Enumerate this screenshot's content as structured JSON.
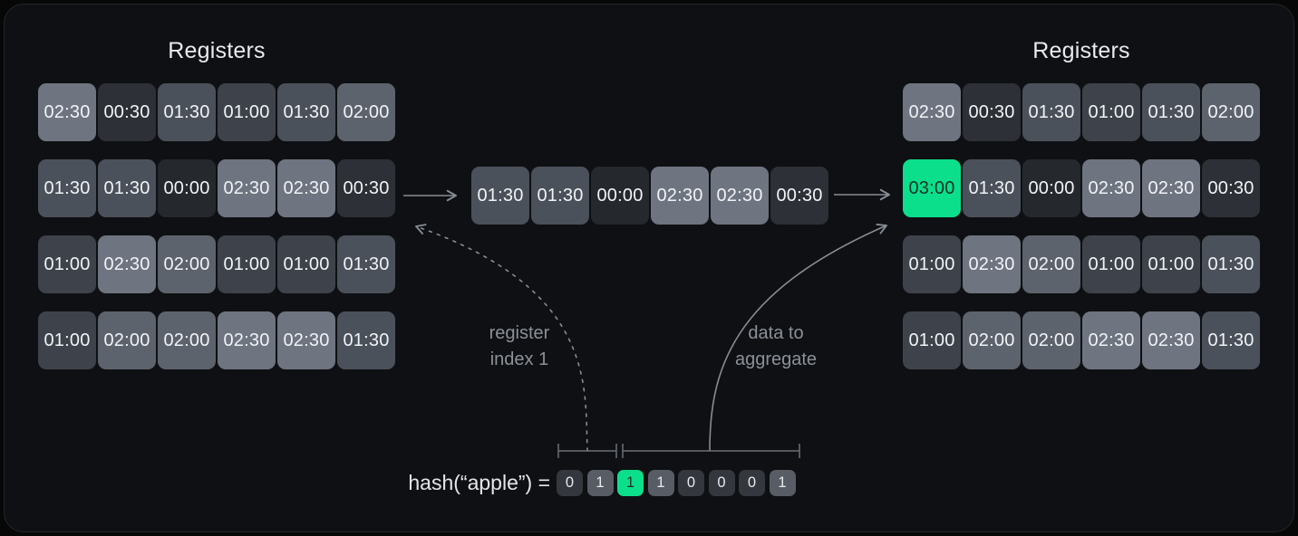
{
  "left_panel": {
    "title": "Registers",
    "rows": [
      [
        "02:30",
        "00:30",
        "01:30",
        "01:00",
        "01:30",
        "02:00"
      ],
      [
        "01:30",
        "01:30",
        "00:00",
        "02:30",
        "02:30",
        "00:30"
      ],
      [
        "01:00",
        "02:30",
        "02:00",
        "01:00",
        "01:00",
        "01:30"
      ],
      [
        "01:00",
        "02:00",
        "02:00",
        "02:30",
        "02:30",
        "01:30"
      ]
    ]
  },
  "incoming_row": {
    "cells": [
      "01:30",
      "01:30",
      "00:00",
      "02:30",
      "02:30",
      "00:30"
    ]
  },
  "right_panel": {
    "title": "Registers",
    "rows": [
      [
        "02:30",
        "00:30",
        "01:30",
        "01:00",
        "01:30",
        "02:00"
      ],
      [
        "03:00",
        "01:30",
        "00:00",
        "02:30",
        "02:30",
        "00:30"
      ],
      [
        "01:00",
        "02:30",
        "02:00",
        "01:00",
        "01:00",
        "01:30"
      ],
      [
        "01:00",
        "02:00",
        "02:00",
        "02:30",
        "02:30",
        "01:30"
      ]
    ]
  },
  "highlight_value": "03:00",
  "hash": {
    "label": "hash(“apple”) =",
    "bits": [
      "0",
      "1",
      "1",
      "1",
      "0",
      "0",
      "0",
      "1"
    ],
    "highlight_index": 2,
    "bit_colors": {
      "zero": "#34373d",
      "one": "#585d65",
      "highlight": "#0cdf8b"
    }
  },
  "annotations": {
    "register_index_line1": "register",
    "register_index_line2": "index 1",
    "data_aggregate_line1": "data to",
    "data_aggregate_line2": "aggregate"
  },
  "colors": {
    "canvas_bg": "#070708",
    "panel_bg": "#0f1013",
    "panel_border": "#232529",
    "title_text": "#e8eaee",
    "cell_text": "#f1f3f6",
    "highlight_cell_text": "#103427",
    "annotation_text": "#8b9199",
    "hash_text": "#e4e7ea",
    "bit_text": "#e9ebee",
    "arrow": "#868d95",
    "bracket": "#6a7077",
    "accent_green": "#0cdf8b",
    "value_colors": {
      "00:00": "#25282d",
      "00:30": "#2d3036",
      "01:00": "#3e434b",
      "01:30": "#4b515a",
      "02:00": "#5d636d",
      "02:30": "#6e7480",
      "03:00": "#0cdf8b"
    }
  }
}
